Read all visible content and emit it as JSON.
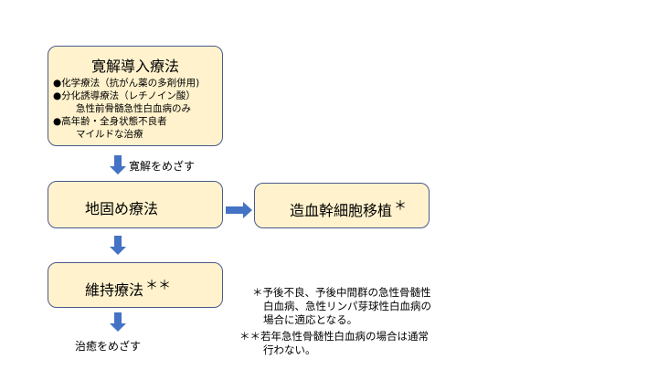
{
  "colors": {
    "box_fill": "#fff2cc",
    "box_border": "#4a5a8c",
    "arrow": "#4472c4"
  },
  "induction": {
    "title": "寛解導入療法",
    "items": [
      "●化学療法（抗がん薬の多剤併用)",
      "●分化誘導療法（レチノイン酸）",
      "急性前骨髄急性白血病のみ",
      "●高年齢・全身状態不良者",
      "マイルドな治療"
    ]
  },
  "arrow1_label": "寛解をめざす",
  "consolidation": {
    "title": "地固め療法"
  },
  "transplant": {
    "title": "造血幹細胞移植",
    "mark": "＊"
  },
  "maintenance": {
    "title": "維持療法",
    "mark": "＊＊"
  },
  "arrow3_label": "治癒をめざす",
  "notes": [
    "＊予後不良、予後中間群の急性骨髄性",
    "白血病、急性リンパ芽球性白血病の",
    "場合に適応となる。",
    "＊＊若年急性骨髄性白血病の場合は通常",
    "行わない。"
  ]
}
